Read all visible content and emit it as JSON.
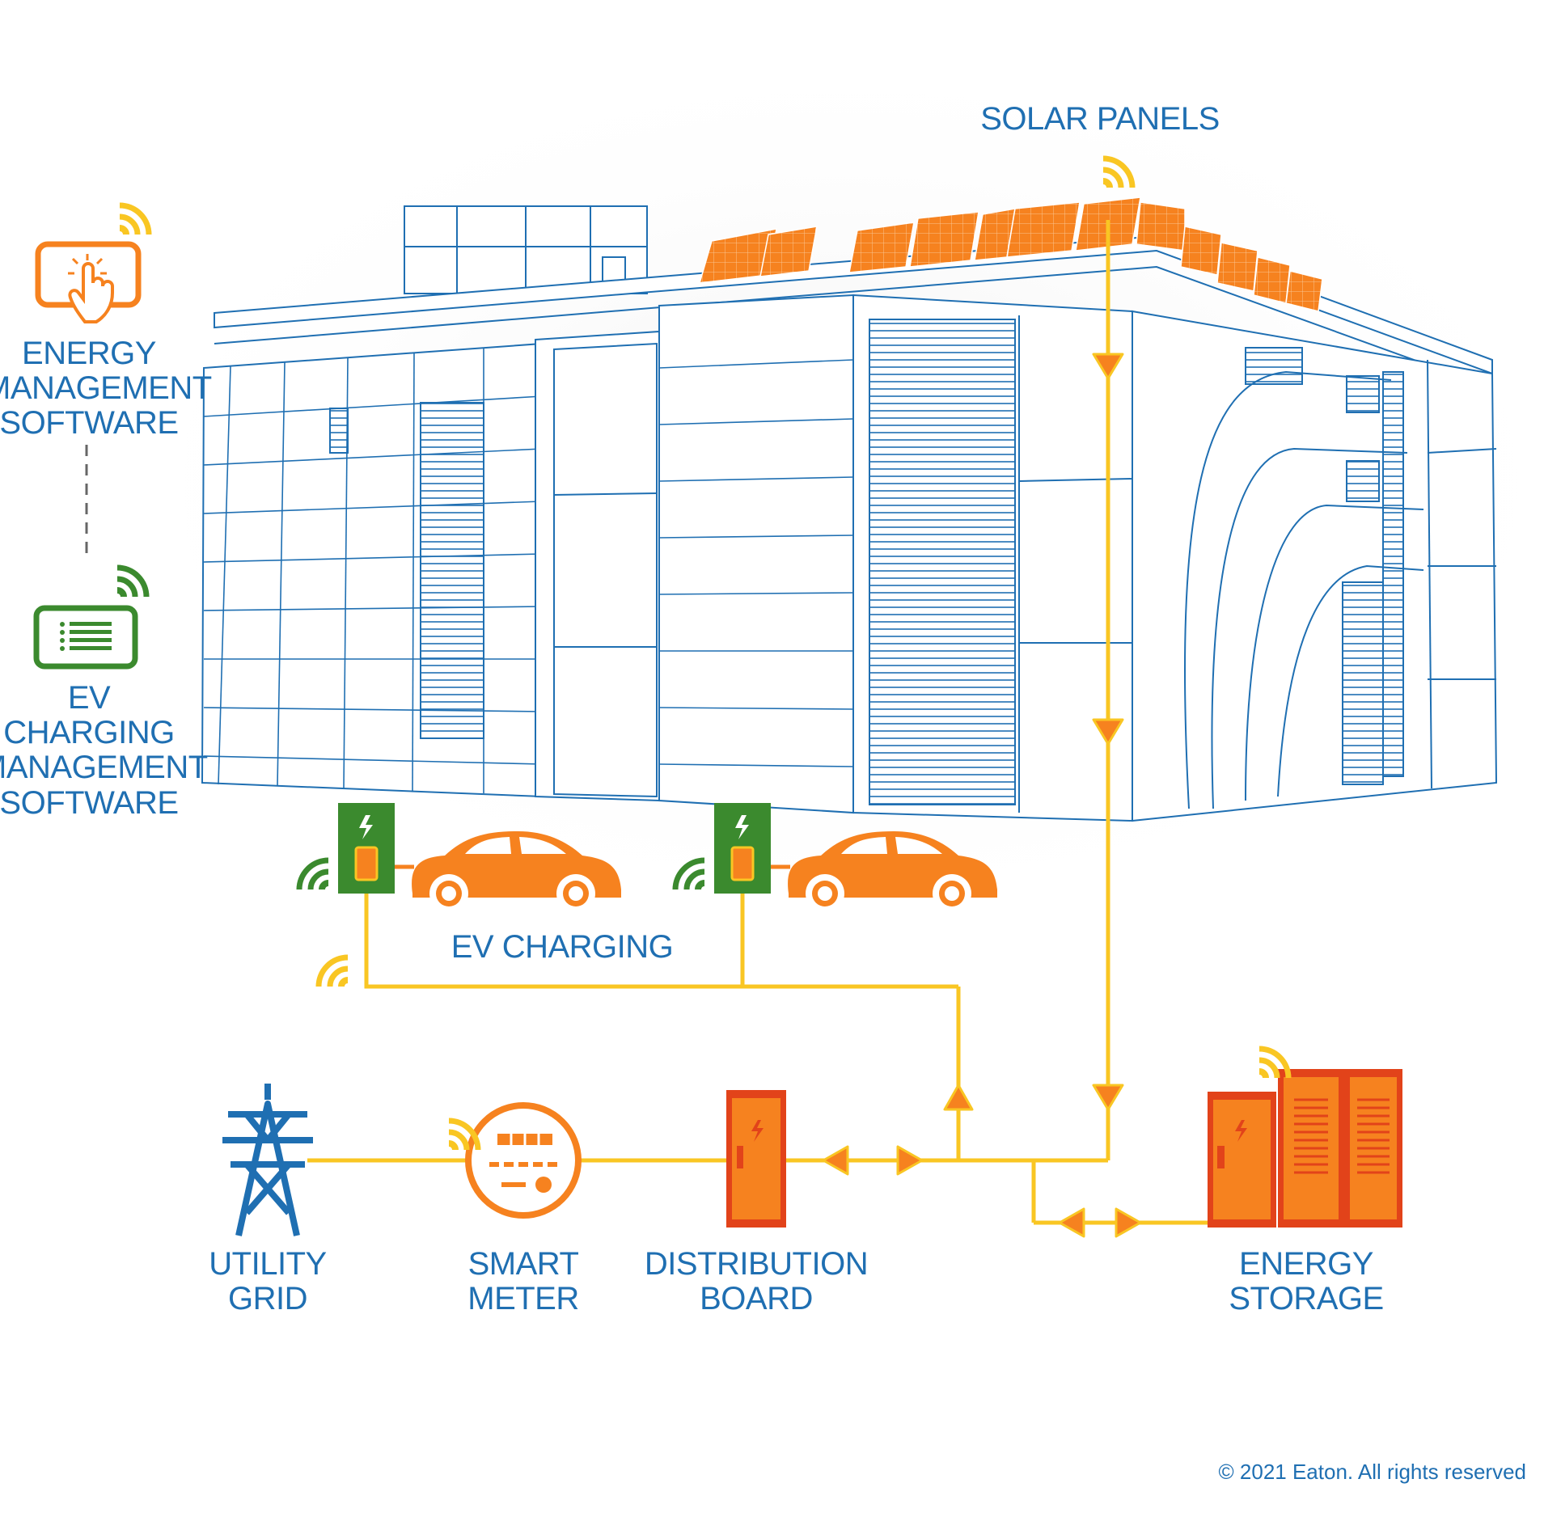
{
  "labels": {
    "solar_panels": "SOLAR PANELS",
    "energy_management_software": [
      "ENERGY",
      "MANAGEMENT",
      "SOFTWARE"
    ],
    "ev_charging_management_software": [
      "EV CHARGING",
      "MANAGEMENT",
      "SOFTWARE"
    ],
    "ev_charging": "EV CHARGING",
    "utility_grid": [
      "UTILITY",
      "GRID"
    ],
    "smart_meter": [
      "SMART",
      "METER"
    ],
    "distribution_board": [
      "DISTRIBUTION",
      "BOARD"
    ],
    "energy_storage": [
      "ENERGY",
      "STORAGE"
    ]
  },
  "copyright": "© 2021 Eaton. All rights reserved",
  "colors": {
    "line_blue": "#1f6fb2",
    "power_yellow": "#f9c623",
    "orange": "#f6821f",
    "red_orange": "#e2431a",
    "green": "#3b8a2e",
    "dashed_gray": "#666666"
  },
  "icons": [
    "building",
    "solar-panel",
    "energy-software-icon",
    "ev-software-icon",
    "ev-charger",
    "car",
    "transmission-tower",
    "smart-meter",
    "distribution-board",
    "energy-storage",
    "wifi-signal"
  ]
}
